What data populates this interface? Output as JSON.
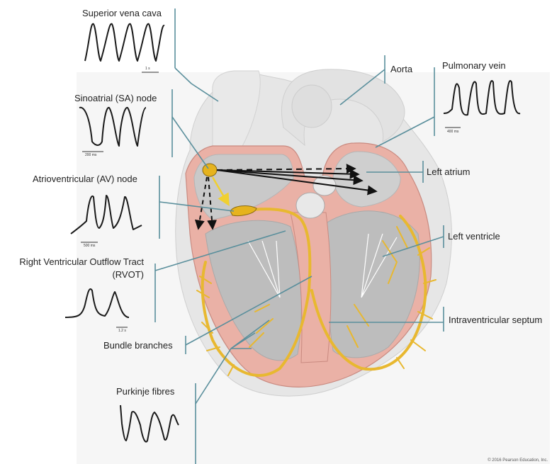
{
  "labels": {
    "superior_vena_cava": "Superior vena cava",
    "sa_node": "Sinoatrial (SA) node",
    "av_node": "Atrioventricular (AV) node",
    "rvot_line1": "Right Ventricular Outflow Tract",
    "rvot_line2": "(RVOT)",
    "bundle_branches": "Bundle branches",
    "purkinje_fibres": "Purkinje fibres",
    "aorta": "Aorta",
    "pulmonary_vein": "Pulmonary vein",
    "left_atrium": "Left atrium",
    "left_ventricle": "Left ventricle",
    "intraventricular_septum": "Intraventricular septum"
  },
  "scales": {
    "svc": "1 s",
    "sa": "200 ms",
    "av": "500 ms",
    "rvot": "1.2 s",
    "pv": "400 ms"
  },
  "credit": "© 2016 Pearson Education, Inc.",
  "colors": {
    "leader_line": "#5a8f9c",
    "trace": "#1a1a1a",
    "conduction": "#e8b830",
    "wall_pink": "#eab1a6",
    "chamber_gray": "#c9c9c9"
  }
}
